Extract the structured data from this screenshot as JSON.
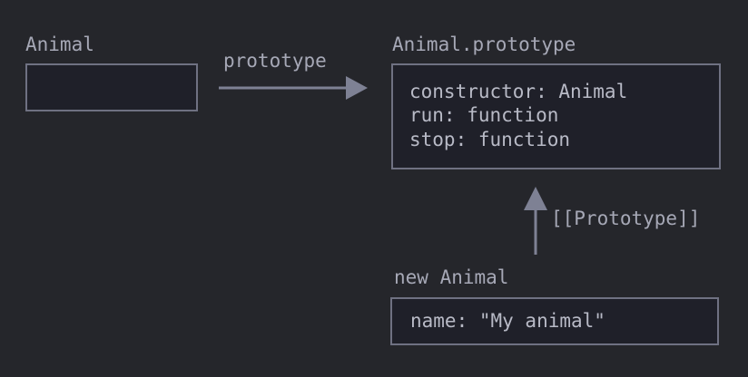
{
  "nodes": {
    "animal": {
      "title": "Animal"
    },
    "animal_prototype": {
      "title": "Animal.prototype",
      "lines": [
        "constructor: Animal",
        "run: function",
        "stop: function"
      ]
    },
    "new_animal": {
      "title": "new Animal",
      "lines": [
        "name: \"My animal\""
      ]
    }
  },
  "edges": {
    "prototype": {
      "label": "prototype"
    },
    "proto_link": {
      "label": "[[Prototype]]"
    }
  },
  "colors": {
    "background": "#25262b",
    "box_border": "#6f7182",
    "box_fill": "#1f2029",
    "text": "#a6a8b6",
    "arrow": "#7e8194"
  }
}
